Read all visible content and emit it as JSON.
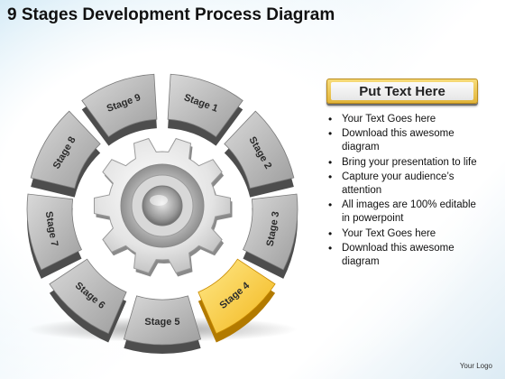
{
  "title": "9 Stages Development Process Diagram",
  "stages": [
    {
      "label": "Stage 1",
      "highlighted": false
    },
    {
      "label": "Stage 2",
      "highlighted": false
    },
    {
      "label": "Stage 3",
      "highlighted": false
    },
    {
      "label": "Stage 4",
      "highlighted": true
    },
    {
      "label": "Stage 5",
      "highlighted": false
    },
    {
      "label": "Stage 6",
      "highlighted": false
    },
    {
      "label": "Stage 7",
      "highlighted": false
    },
    {
      "label": "Stage 8",
      "highlighted": false
    },
    {
      "label": "Stage 9",
      "highlighted": false
    }
  ],
  "center_icon": "gear-icon",
  "colors": {
    "segment": "#8c8c8c",
    "highlight": "#f0b400",
    "header_gold": "#e2b53a"
  },
  "panel": {
    "header": "Put Text Here",
    "bullets": [
      "Your Text Goes here",
      "Download this awesome diagram",
      "Bring your presentation to life",
      "Capture your audience’s attention",
      "All images are 100% editable in powerpoint",
      "Your Text Goes here",
      "Download this awesome diagram"
    ]
  },
  "footer": "Your Logo"
}
